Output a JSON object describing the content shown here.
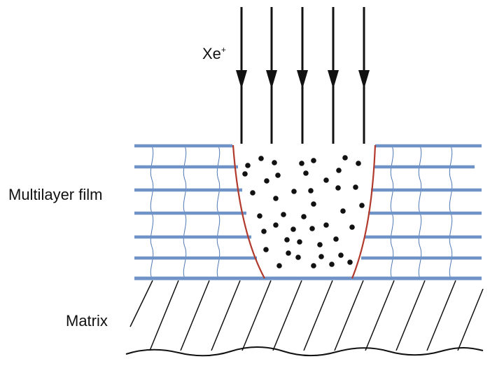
{
  "labels": {
    "ion": "Xe",
    "ion_charge": "+",
    "film": "Multilayer film",
    "substrate": "Matrix"
  },
  "colors": {
    "layer_line": "#6f93c6",
    "wavy_line": "#4f78b5",
    "boundary": "#b23a2c",
    "ink": "#111111"
  },
  "diagram": {
    "arrow_count": 5,
    "film_layer_count": 7
  }
}
